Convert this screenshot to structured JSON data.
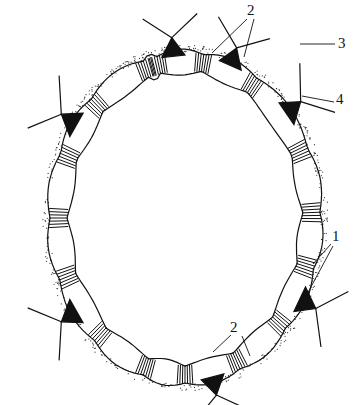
{
  "diagram": {
    "labels": [
      "2",
      "3",
      "4",
      "1",
      "2"
    ]
  }
}
